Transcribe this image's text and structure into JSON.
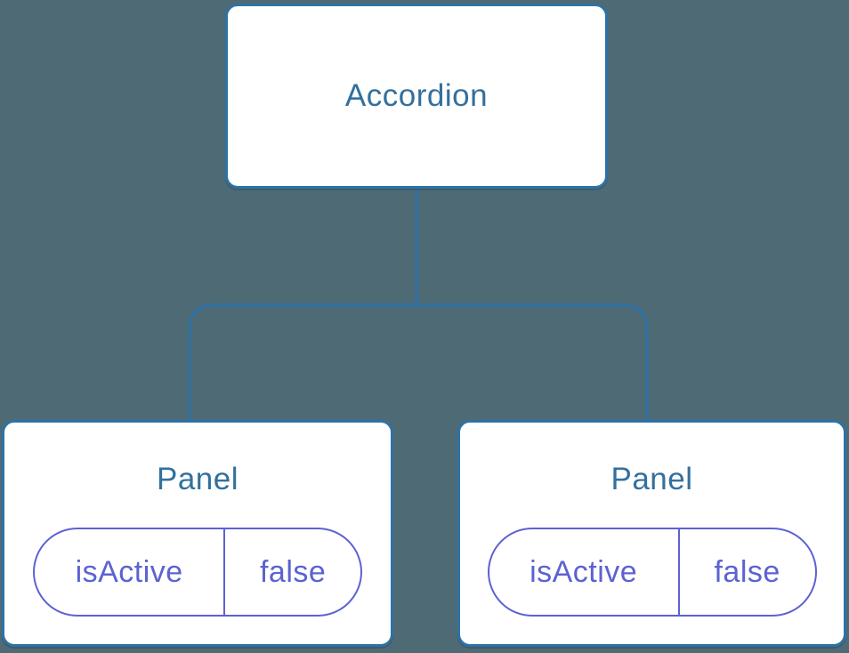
{
  "colors": {
    "background": "#4e6a75",
    "node_border": "#2e72a4",
    "node_fill": "#ffffff",
    "node_text": "#33709d",
    "state_accent": "#5c62d2"
  },
  "tree": {
    "root": {
      "label": "Accordion"
    },
    "children": [
      {
        "label": "Panel",
        "state": {
          "key": "isActive",
          "value": "false"
        }
      },
      {
        "label": "Panel",
        "state": {
          "key": "isActive",
          "value": "false"
        }
      }
    ]
  }
}
